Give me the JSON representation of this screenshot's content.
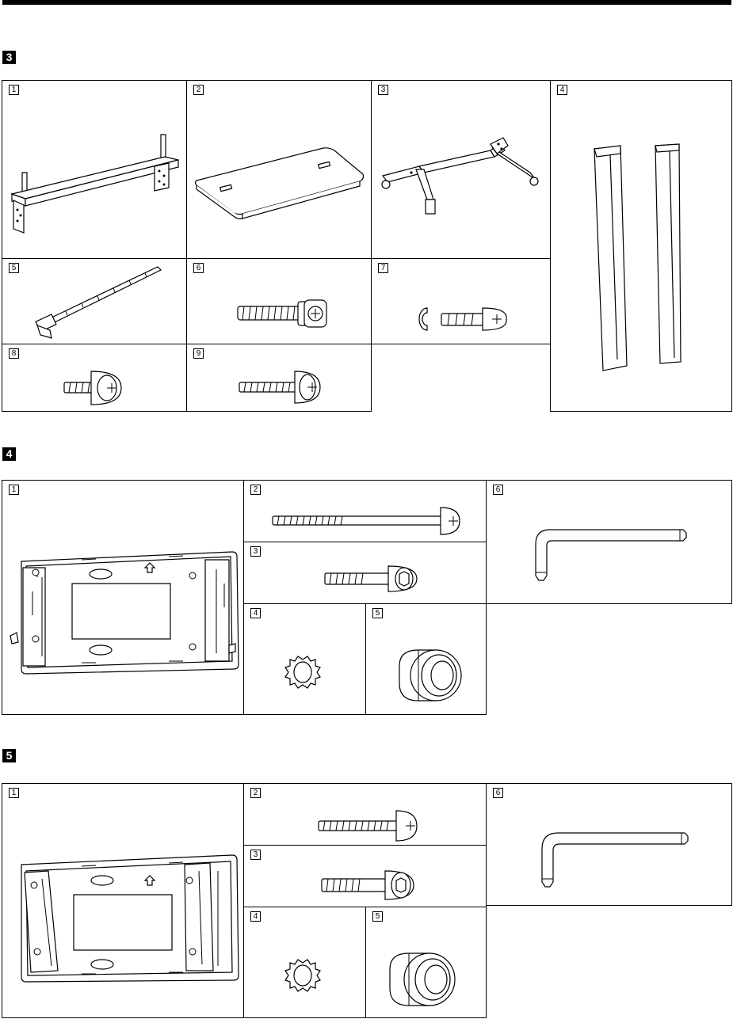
{
  "sections": {
    "s3": {
      "label": "3",
      "cells": [
        "1",
        "2",
        "3",
        "4",
        "5",
        "6",
        "7",
        "8",
        "9"
      ]
    },
    "s4": {
      "label": "4",
      "cells": [
        "1",
        "2",
        "3",
        "4",
        "5",
        "6"
      ]
    },
    "s5": {
      "label": "5",
      "cells": [
        "1",
        "2",
        "3",
        "4",
        "5",
        "6"
      ]
    }
  },
  "icons": {
    "s3": [
      "stand-crossbar-illustration",
      "base-plate-illustration",
      "caster-leg-base-illustration",
      "support-pillars-illustration",
      "cable-tie-illustration",
      "flange-bolt-illustration",
      "screw-with-washer-illustration",
      "truss-head-screw-illustration",
      "long-truss-head-screw-illustration"
    ],
    "s4": [
      "wall-bracket-illustration",
      "long-round-head-bolt-illustration",
      "hex-socket-bolt-illustration",
      "toothed-lock-washer-illustration",
      "spacer-collar-illustration",
      "hex-key-illustration"
    ],
    "s5": [
      "wall-bracket-illustration",
      "round-head-bolt-illustration",
      "hex-socket-bolt-illustration",
      "toothed-lock-washer-illustration",
      "spacer-collar-illustration",
      "hex-key-illustration"
    ]
  }
}
